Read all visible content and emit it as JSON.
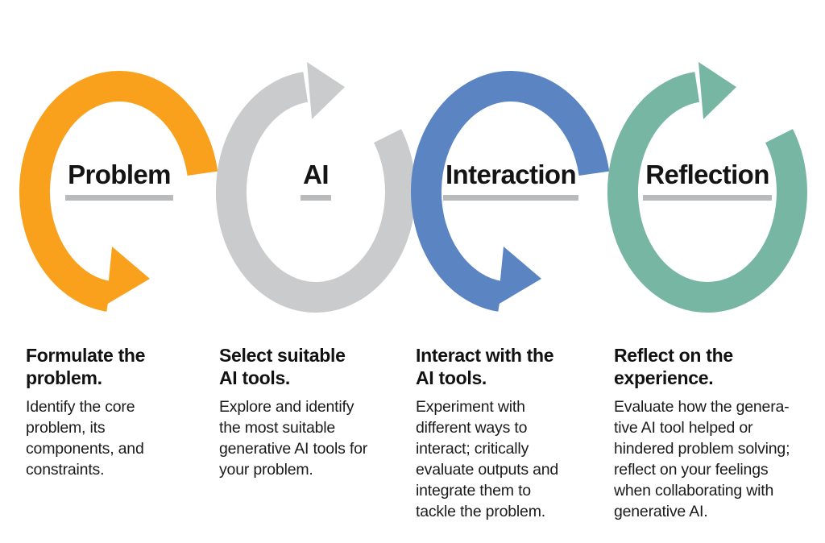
{
  "page": {
    "background_color": "#FFFFFF",
    "underline_color": "#B9BABC",
    "title_text_color": "#141414",
    "body_text_color": "#1B1B1B"
  },
  "stages": [
    {
      "title": "Problem",
      "color": "#F9A11D",
      "arrow_position": "bottom-right",
      "heading": "Formulate the\nproblem.",
      "body": "Identify the core\nproblem, its\ncomponents, and\nconstraints."
    },
    {
      "title": "AI",
      "color": "#C9CBCD",
      "arrow_position": "top-right",
      "heading": "Select suitable\nAI tools.",
      "body": "Explore and identify\nthe most suitable\ngenerative AI tools for\nyour problem."
    },
    {
      "title": "Interaction",
      "color": "#5B85C2",
      "arrow_position": "bottom-right",
      "heading": "Interact with the\nAI tools.",
      "body": "Experiment with\ndifferent ways to\ninteract; critically\nevaluate outputs and\nintegrate them to\ntackle the problem."
    },
    {
      "title": "Reflection",
      "color": "#76B6A3",
      "arrow_position": "top-right",
      "heading": "Reflect on the\nexperience.",
      "body": "Evaluate how the genera-\ntive AI tool helped or\nhindered problem solving;\nreflect on your feelings\nwhen collaborating with\ngenerative AI."
    }
  ]
}
